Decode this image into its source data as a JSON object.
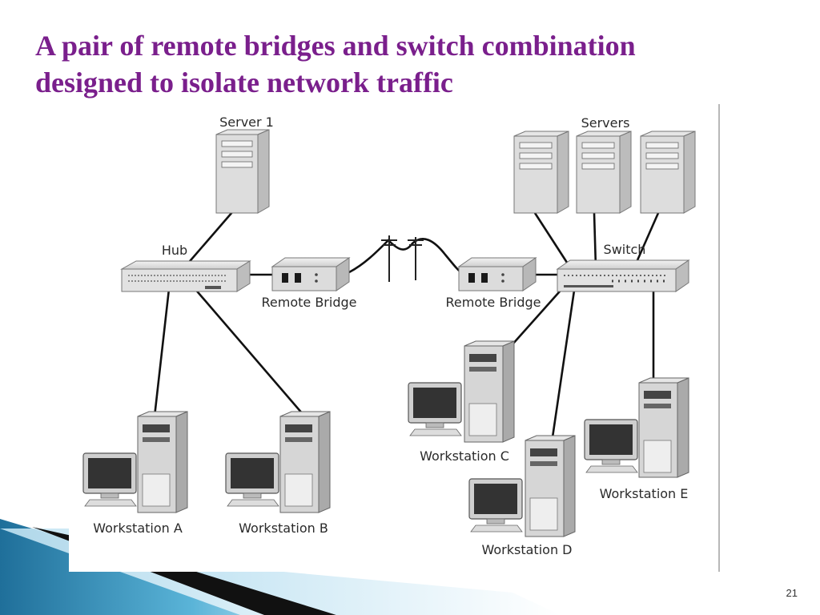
{
  "slide": {
    "title_line1": "A pair of remote bridges and switch combination",
    "title_line2": "designed to isolate network traffic",
    "page_number": "21"
  },
  "diagram": {
    "nodes": {
      "server1": "Server 1",
      "servers": "Servers",
      "hub": "Hub",
      "switch": "Switch",
      "remote_bridge_left": "Remote Bridge",
      "remote_bridge_right": "Remote Bridge",
      "workstation_a": "Workstation A",
      "workstation_b": "Workstation B",
      "workstation_c": "Workstation C",
      "workstation_d": "Workstation D",
      "workstation_e": "Workstation E"
    }
  },
  "colors": {
    "title": "#7a1f8c",
    "accent_dark": "#111111",
    "accent_teal": "#2a8ab8"
  }
}
